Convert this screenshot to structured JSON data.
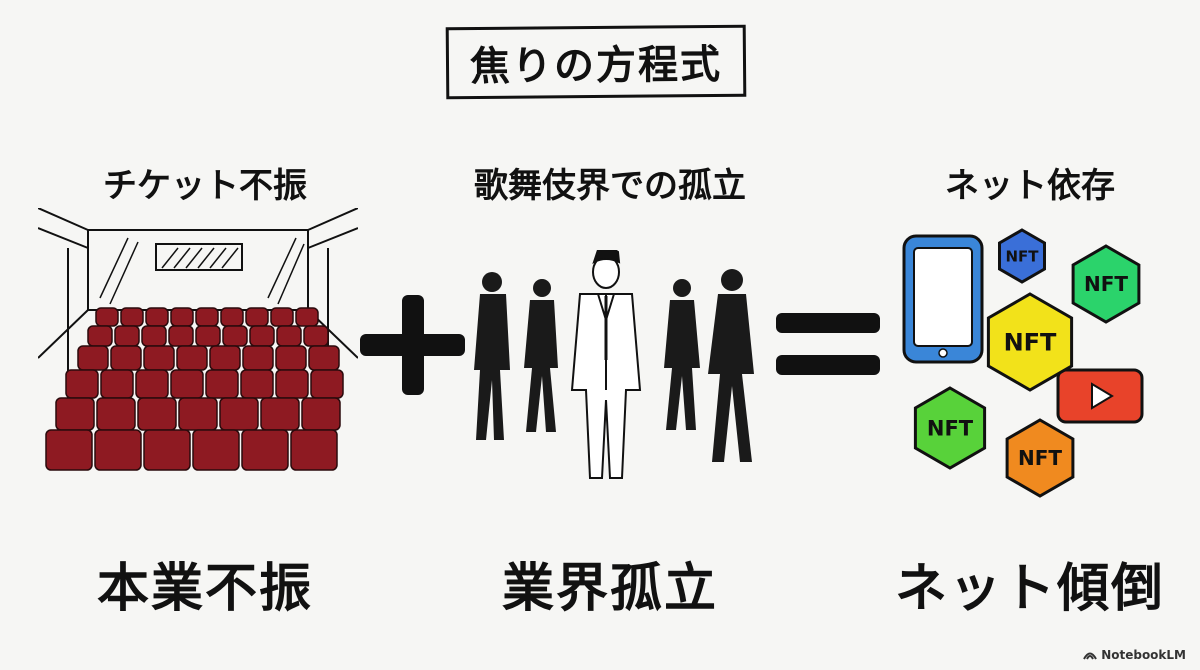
{
  "title": "焦りの方程式",
  "equation": {
    "plus_symbol": "+",
    "equals_symbol": "=",
    "terms": [
      {
        "label": "チケット不振",
        "caption": "本業不振",
        "illustration": "empty-theater-seats"
      },
      {
        "label": "歌舞伎界での孤立",
        "caption": "業界孤立",
        "illustration": "isolated-man-among-silhouettes"
      },
      {
        "label": "ネット依存",
        "caption": "ネット傾倒",
        "illustration": "smartphone-and-nft-icons"
      }
    ]
  },
  "nft_badge_text": "NFT",
  "nft_colors": [
    "#3a6fd8",
    "#2bd36b",
    "#f2e21a",
    "#58d23a",
    "#f08a1f"
  ],
  "phone_color": "#3a86d8",
  "video_color": "#e8432a",
  "seat_color": "#8e1a22",
  "brand": "NotebookLM"
}
